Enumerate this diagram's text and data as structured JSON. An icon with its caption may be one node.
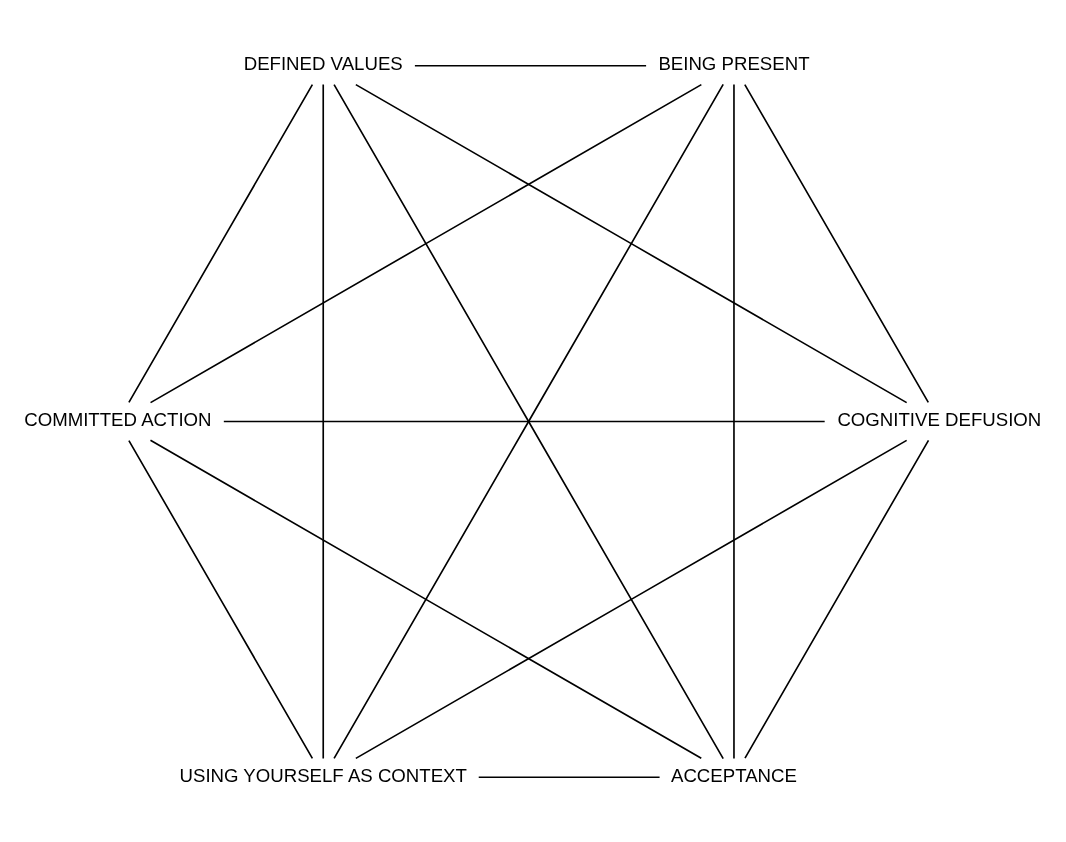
{
  "diagram": {
    "nodes": [
      {
        "text": [
          "ACCEPTANCE"
        ]
      },
      {
        "text": [
          "COGNITIVE DEFUSION"
        ]
      },
      {
        "text": [
          "COMMITTED ACTION"
        ]
      },
      {
        "text": [
          "DEFINED VALUES"
        ]
      },
      {
        "text": [
          "BEING PRESENT"
        ]
      },
      {
        "text": [
          "USING YOURSELF AS CONTEXT"
        ]
      }
    ],
    "edges": [
      {
        "from": 0,
        "to": 1,
        "arrow": "none"
      },
      {
        "from": 0,
        "to": 2,
        "arrow": "none"
      },
      {
        "from": 0,
        "to": 3,
        "arrow": "none"
      },
      {
        "from": 0,
        "to": 4,
        "arrow": "none"
      },
      {
        "from": 0,
        "to": 5,
        "arrow": "none"
      },
      {
        "from": 1,
        "to": 2,
        "arrow": "none"
      },
      {
        "from": 1,
        "to": 3,
        "arrow": "none"
      },
      {
        "from": 1,
        "to": 4,
        "arrow": "none"
      },
      {
        "from": 1,
        "to": 5,
        "arrow": "none"
      },
      {
        "from": 2,
        "to": 3,
        "arrow": "none"
      },
      {
        "from": 2,
        "to": 4,
        "arrow": "none"
      },
      {
        "from": 2,
        "to": 5,
        "arrow": "none"
      },
      {
        "from": 3,
        "to": 4,
        "arrow": "none"
      },
      {
        "from": 3,
        "to": 5,
        "arrow": "none"
      },
      {
        "from": 4,
        "to": 5,
        "arrow": "none"
      }
    ]
  }
}
